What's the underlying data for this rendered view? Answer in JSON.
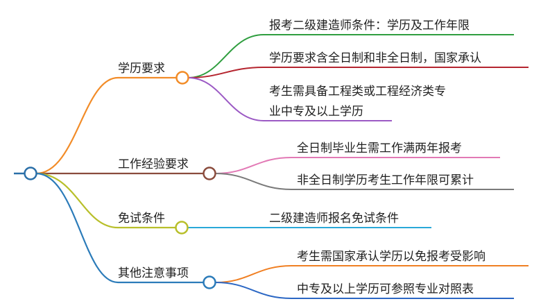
{
  "mindmap": {
    "colors": {
      "root": "#2a6fa8",
      "branch_education": "#f28c28",
      "branch_work": "#8a4b3c",
      "branch_exempt": "#b8bf2a",
      "branch_notes": "#2b7bb9",
      "leaf_green": "#2f9e3f",
      "leaf_red": "#b5252f",
      "leaf_purple": "#9b59c4",
      "leaf_pink": "#e279b5",
      "leaf_gray": "#7a7a7a",
      "leaf_cyan": "#29a8d8",
      "leaf_orange": "#f07f22",
      "leaf_blue": "#2b67c4"
    },
    "branches": [
      {
        "label": "学历要求",
        "leaves": [
          {
            "lines": [
              "报考二级建造师条件：学历及工作年限"
            ]
          },
          {
            "lines": [
              "学历要求含全日制和非全日制，国家承认"
            ]
          },
          {
            "lines": [
              "考生需具备工程类或工程经济类专",
              "业中专及以上学历"
            ]
          }
        ]
      },
      {
        "label": "工作经验要求",
        "leaves": [
          {
            "lines": [
              "全日制毕业生需工作满两年报考"
            ]
          },
          {
            "lines": [
              "非全日制学历考生工作年限可累计"
            ]
          }
        ]
      },
      {
        "label": "免试条件",
        "leaves": [
          {
            "lines": [
              "二级建造师报名免试条件"
            ]
          }
        ]
      },
      {
        "label": "其他注意事项",
        "leaves": [
          {
            "lines": [
              "考生需国家承认学历以免报考受影响"
            ]
          },
          {
            "lines": [
              "中专及以上学历可参照专业对照表"
            ]
          }
        ]
      }
    ]
  }
}
